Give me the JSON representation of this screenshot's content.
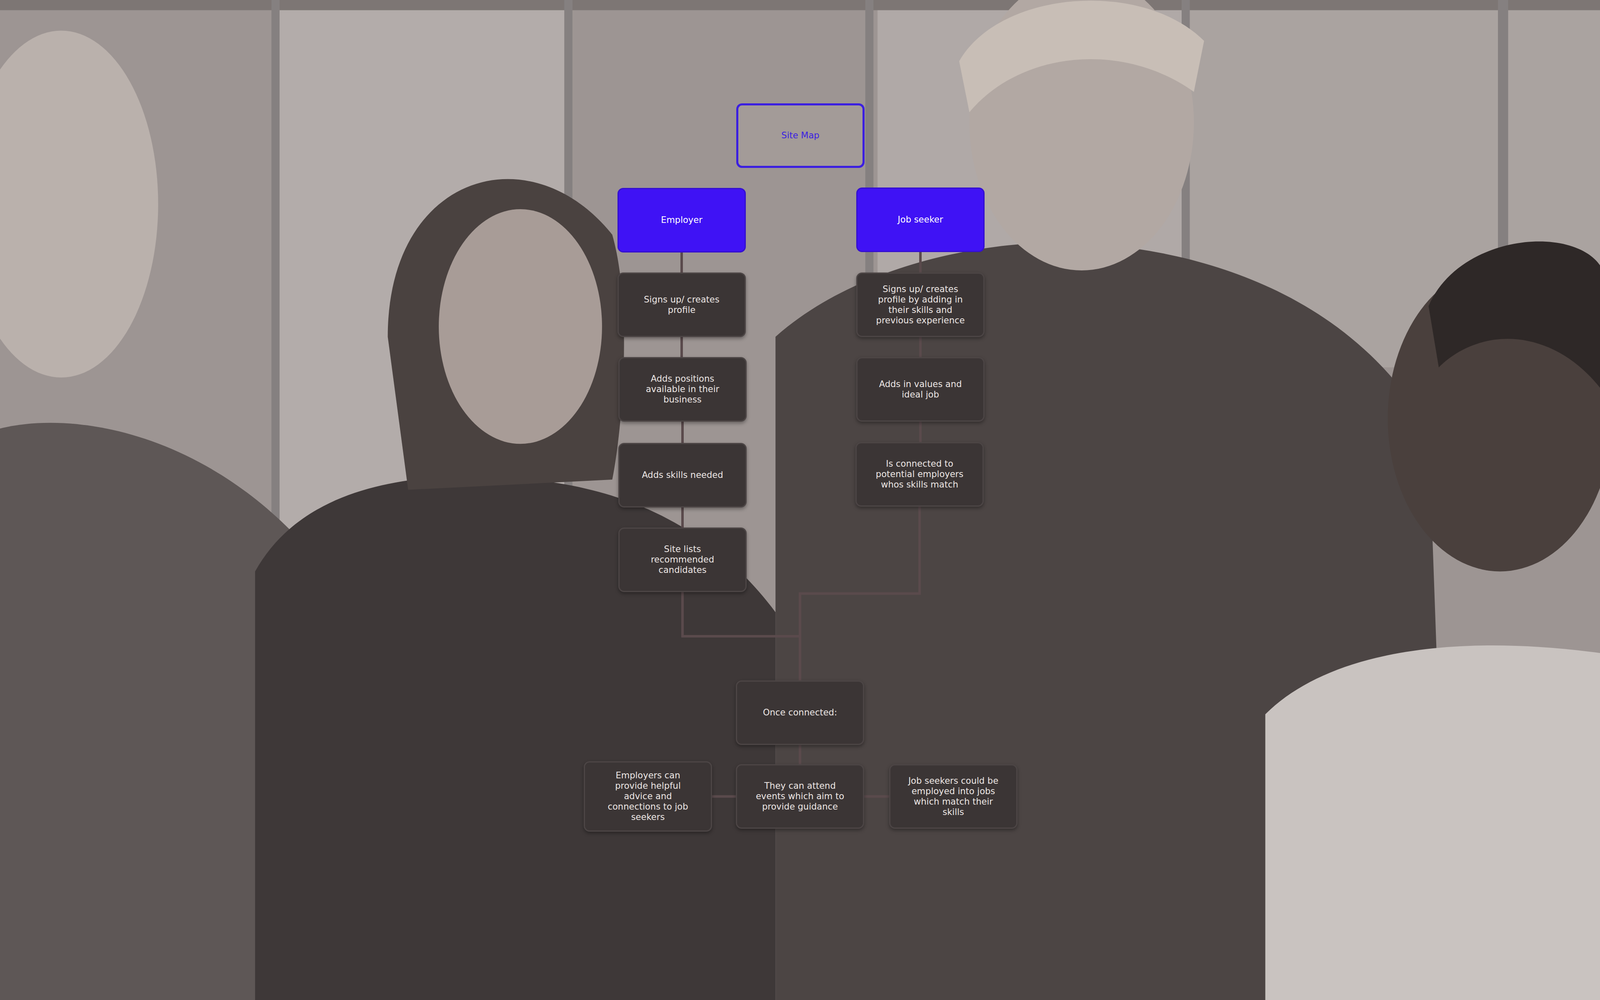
{
  "diagram": {
    "nodes": [
      {
        "text": [
          "Site Map"
        ]
      },
      {
        "text": [
          "Employer"
        ]
      },
      {
        "text": [
          "Job seeker"
        ]
      },
      {
        "text": [
          "Signs up/ creates profile"
        ]
      },
      {
        "text": [
          "Adds positions available in their business"
        ]
      },
      {
        "text": [
          "Adds skills needed"
        ]
      },
      {
        "text": [
          "Site lists recommended candidates"
        ]
      },
      {
        "text": [
          "Signs up/ creates profile by adding in their skills and previous experience"
        ]
      },
      {
        "text": [
          "Adds in values and ideal job"
        ]
      },
      {
        "text": [
          "Is connected to potential employers whos skills match"
        ]
      },
      {
        "text": [
          "Once connected:"
        ]
      },
      {
        "text": [
          "Employers can provide helpful advice and connections to job seekers"
        ]
      },
      {
        "text": [
          "They can attend events which aim to provide guidance"
        ]
      },
      {
        "text": [
          "Job seekers could be employed into jobs which match their skills"
        ]
      }
    ],
    "edges": [
      {
        "from": 1,
        "to": 3,
        "arrow": "none"
      },
      {
        "from": 3,
        "to": 4,
        "arrow": "none"
      },
      {
        "from": 4,
        "to": 5,
        "arrow": "none"
      },
      {
        "from": 5,
        "to": 6,
        "arrow": "none"
      },
      {
        "from": 2,
        "to": 7,
        "arrow": "none"
      },
      {
        "from": 7,
        "to": 8,
        "arrow": "none"
      },
      {
        "from": 8,
        "to": 9,
        "arrow": "none"
      },
      {
        "from": 6,
        "to": 10,
        "arrow": "none"
      },
      {
        "from": 9,
        "to": 10,
        "arrow": "none"
      },
      {
        "from": 10,
        "to": 12,
        "arrow": "none"
      },
      {
        "from": 12,
        "to": 11,
        "arrow": "none"
      },
      {
        "from": 12,
        "to": 13,
        "arrow": "none"
      }
    ]
  }
}
